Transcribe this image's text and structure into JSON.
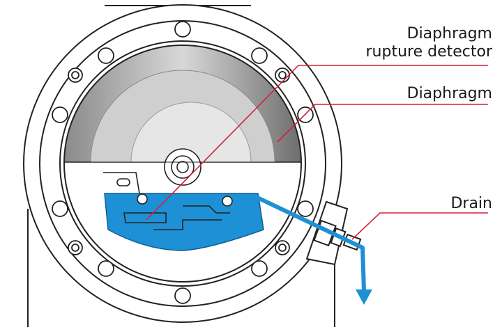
{
  "labels": {
    "detector_line1": "Diaphragm",
    "detector_line2": "rupture detector",
    "diaphragm": "Diaphragm",
    "drain": "Drain"
  },
  "colors": {
    "leader_line": "#d3213a",
    "fluid_blue": "#1e90d6",
    "outline": "#222222",
    "diaphragm_grey": "#9a9a9a"
  }
}
